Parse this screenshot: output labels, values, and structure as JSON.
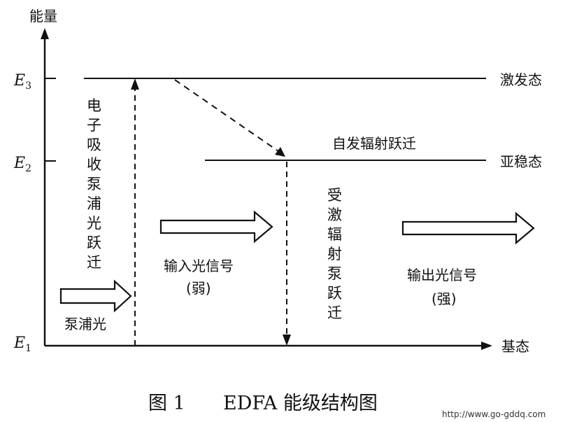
{
  "axis": {
    "y_label": "能量",
    "x_label": "基态"
  },
  "levels": {
    "e3": {
      "sym": "E",
      "sub": "3",
      "name": "激发态"
    },
    "e2": {
      "sym": "E",
      "sub": "2",
      "name": "亚稳态"
    },
    "e1": {
      "sym": "E",
      "sub": "1"
    }
  },
  "labels": {
    "absorption": [
      "电",
      "子",
      "吸",
      "收",
      "泵",
      "浦",
      "光",
      "跃",
      "迁"
    ],
    "spontaneous": "自发辐射跃迁",
    "stimulated": [
      "受",
      "激",
      "辐",
      "射",
      "泵",
      "跃",
      "迁"
    ],
    "pump": "泵浦光",
    "input_signal": "输入光信号",
    "input_note": "(弱)",
    "output_signal": "输出光信号",
    "output_note": "(强)"
  },
  "caption": {
    "prefix": "图 1",
    "title": "EDFA 能级结构图"
  },
  "watermark": "http://www.go-gddq.com"
}
